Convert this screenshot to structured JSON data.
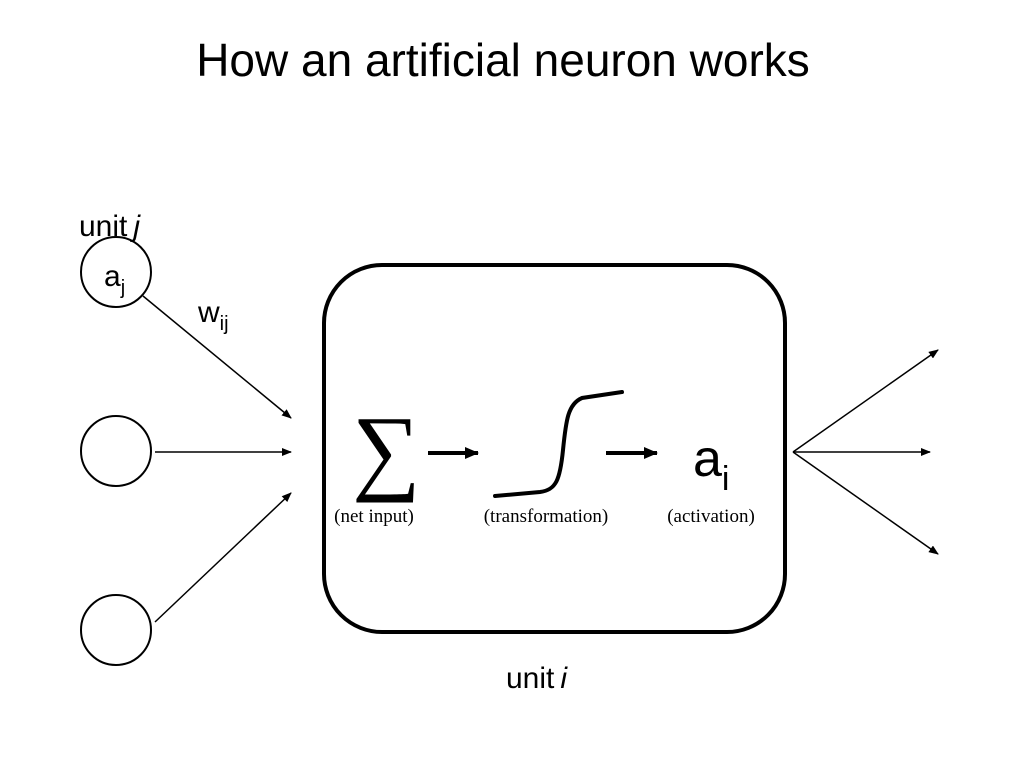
{
  "title": "How an artificial neuron works",
  "input_unit": {
    "label": "unit",
    "label_var": "j",
    "activation_base": "a",
    "activation_sub": "j"
  },
  "weight": {
    "base": "w",
    "sub": "ij"
  },
  "receiving_unit": {
    "label": "unit",
    "label_var": "i"
  },
  "stages": {
    "sum_symbol": "∑",
    "net_input_caption": "(net input)",
    "transformation_caption": "(transformation)",
    "activation_base": "a",
    "activation_sub": "i",
    "activation_caption": "(activation)"
  }
}
